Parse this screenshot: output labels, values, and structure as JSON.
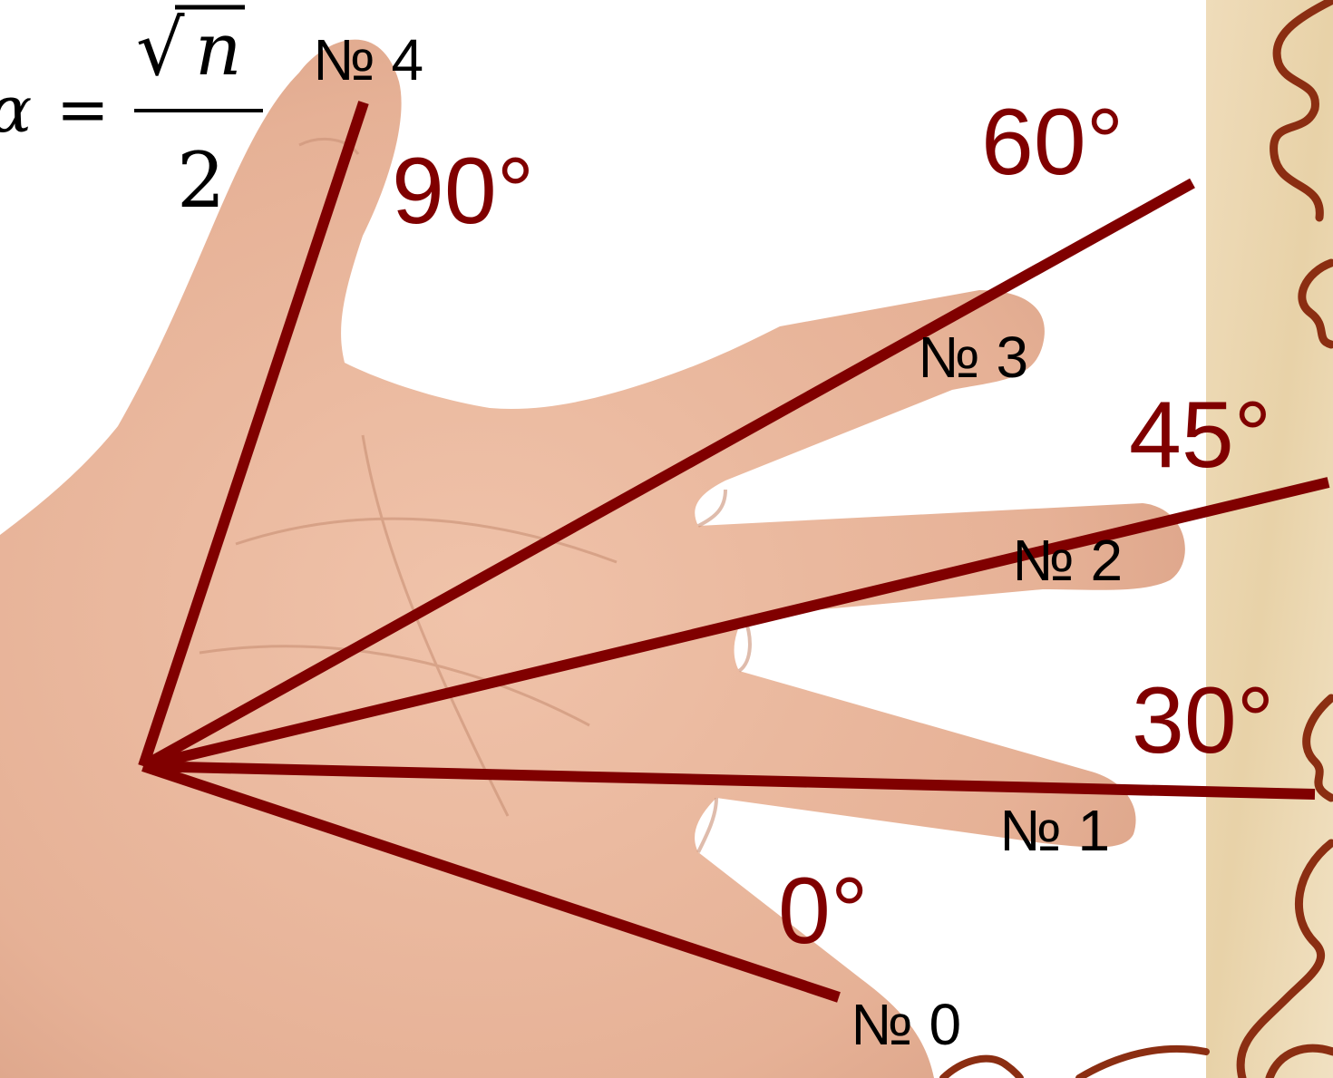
{
  "formula": {
    "lhs": "α",
    "equals": "=",
    "numerator_radicand": "n",
    "denominator": "2",
    "radical": "√"
  },
  "fingers": [
    {
      "label": "№ 0",
      "angle_label": "0°"
    },
    {
      "label": "№ 1",
      "angle_label": "30°"
    },
    {
      "label": "№ 2",
      "angle_label": "45°"
    },
    {
      "label": "№ 3",
      "angle_label": "60°"
    },
    {
      "label": "№ 4",
      "angle_label": "90°"
    }
  ],
  "colors": {
    "ray": "#800000",
    "angle_text": "#800000",
    "finger_text": "#000000",
    "skin": "#e8b59b",
    "skin_shadow": "#d69c82",
    "parchment": "#ecd9b4",
    "frame_ornament": "#8b2e12"
  }
}
